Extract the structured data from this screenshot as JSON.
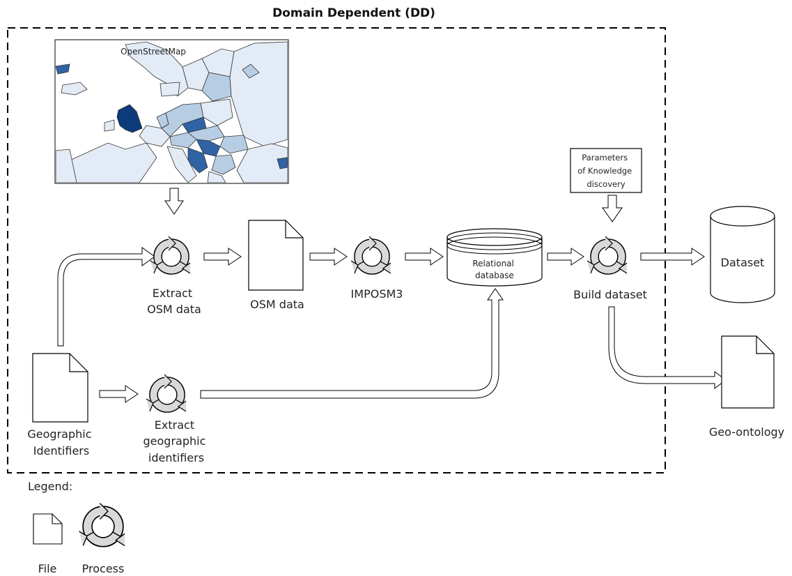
{
  "diagram_title": "Domain Dependent (DD)",
  "map_title": "OpenStreetMap",
  "nodes": {
    "extract_osm": [
      "Extract",
      "OSM data"
    ],
    "osm_data": "OSM data",
    "imposm3": "IMPOSM3",
    "relational_db": [
      "Relational",
      "database"
    ],
    "build_dataset": "Build dataset",
    "parameters": [
      "Parameters",
      "of Knowledge",
      "discovery"
    ],
    "dataset": "Dataset",
    "geo_ontology": "Geo-ontology",
    "geo_identifiers": [
      "Geographic",
      "Identifiers"
    ],
    "extract_geo": [
      "Extract",
      "geographic",
      "identifiers"
    ]
  },
  "legend": {
    "title": "Legend:",
    "file": "File",
    "process": "Process"
  },
  "colors": {
    "process_ring": "#d9d9d9",
    "map_water": "#ffffff",
    "map_land_light": "#e3ebf6",
    "map_land_mid": "#b7cde3",
    "map_land_dark": "#2f63a5",
    "map_land_darkest": "#0c3a7a"
  },
  "icons": [
    "process-cycle-icon",
    "file-icon",
    "database-icon",
    "block-arrow-icon"
  ]
}
